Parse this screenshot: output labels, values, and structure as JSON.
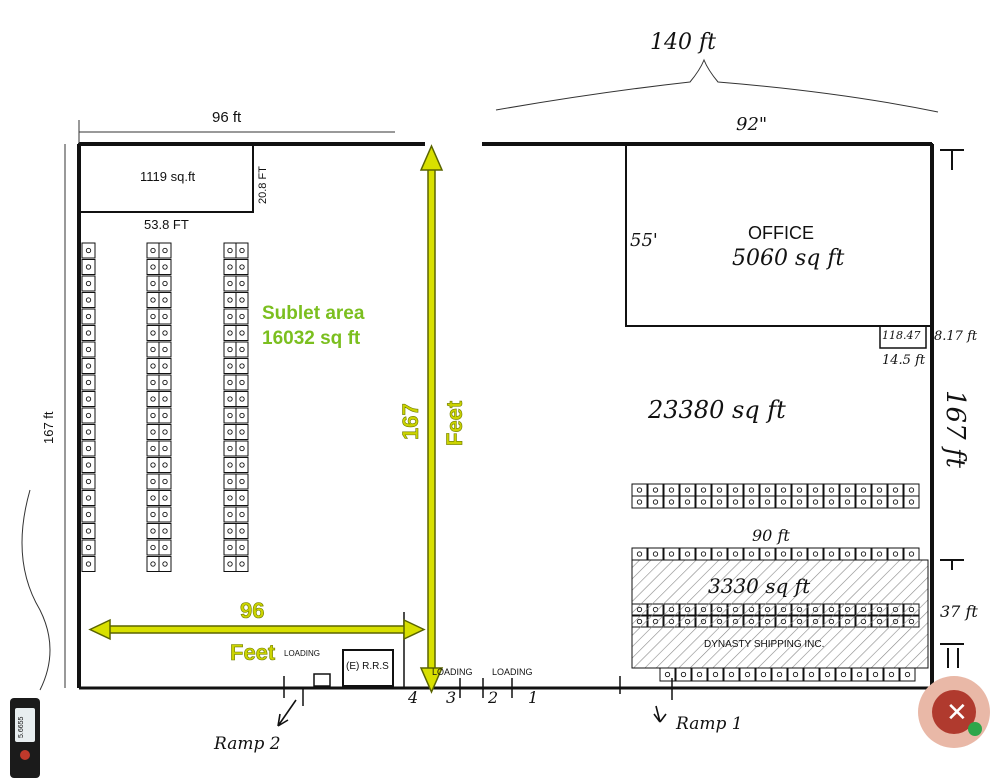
{
  "labels": {
    "top_width_96": "96 ft",
    "top_width_140": "140 ft",
    "top_width_92": "92\"",
    "small_room_area": "1119 sq.ft",
    "small_room_height": "20.8 FT",
    "small_room_width": "53.8 FT",
    "left_height": "167 ft",
    "office_label": "OFFICE",
    "office_area": "5060 sq ft",
    "office_side": "55'",
    "small_box_area": "118.47",
    "small_box_w": "8.17 ft",
    "small_box_h": "14.5 ft",
    "main_area": "23380 sq ft",
    "right_height": "167 ft",
    "ninety_ft": "90 ft",
    "shipping_area": "3330 sq ft",
    "shipping_side": "37 ft",
    "shipping_name": "DYNASTY SHIPPING INC.",
    "rrs": "(E) R.R.S",
    "loading_left": "LOADING",
    "loading_mid": "LOADING",
    "loading_right": "LOADING",
    "door_4": "4",
    "door_3": "3",
    "door_2": "2",
    "door_1": "1",
    "ramp_2": "Ramp 2",
    "ramp_1": "Ramp 1",
    "sublet_title": "Sublet area",
    "sublet_area": "16032 sq ft",
    "vert_value": "167",
    "vert_unit": "Feet",
    "horiz_value": "96",
    "horiz_unit": "Feet",
    "device_reading": "5.6655"
  },
  "colors": {
    "ink": "#111111",
    "arrow_fill": "#d8e000",
    "arrow_outline": "#5a6400",
    "sublet_green": "#7bbf1f",
    "hatch": "#888888"
  },
  "icons": [
    "measuring-device-icon",
    "seal-badge-icon"
  ]
}
